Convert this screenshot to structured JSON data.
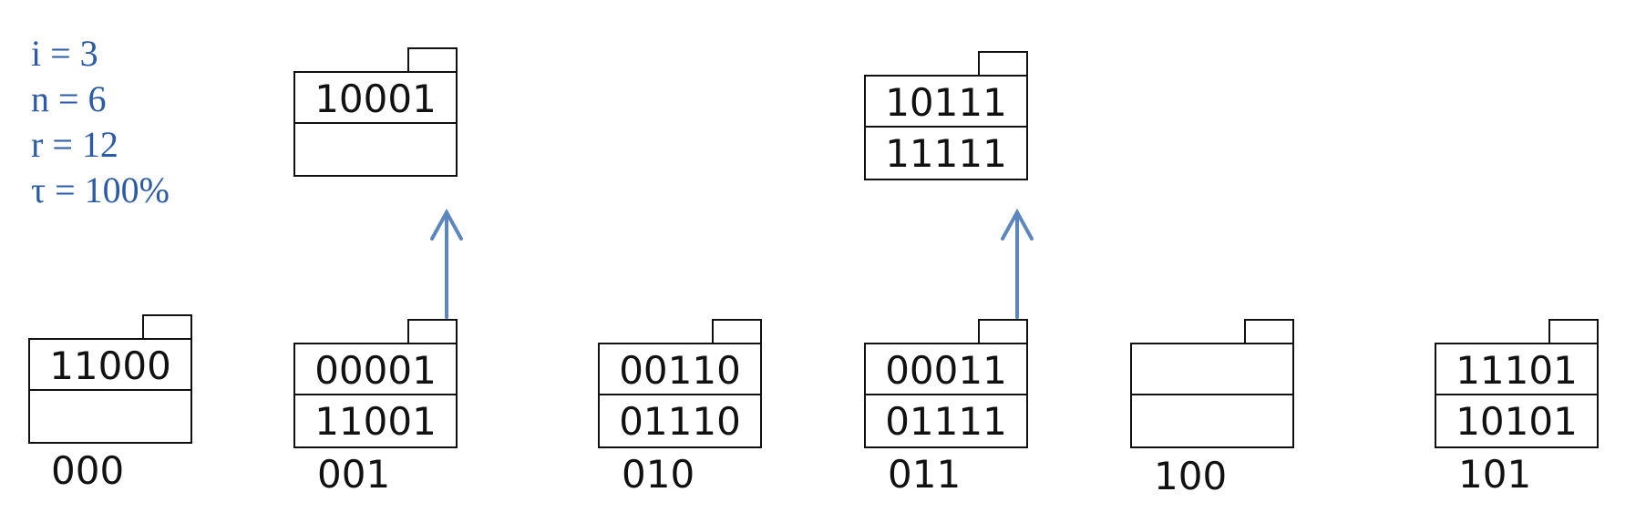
{
  "params": [
    {
      "text": "i = 3"
    },
    {
      "text": "n = 6"
    },
    {
      "text": "r = 12"
    },
    {
      "text": "τ = 100%"
    }
  ],
  "buckets": [
    {
      "label": "000",
      "keys": [
        "11000",
        ""
      ],
      "overflow": []
    },
    {
      "label": "001",
      "keys": [
        "00001",
        "11001"
      ],
      "overflow": [
        "10001",
        ""
      ]
    },
    {
      "label": "010",
      "keys": [
        "00110",
        "01110"
      ],
      "overflow": []
    },
    {
      "label": "011",
      "keys": [
        "00011",
        "01111"
      ],
      "overflow": [
        "10111",
        "11111"
      ]
    },
    {
      "label": "100",
      "keys": [
        "",
        ""
      ],
      "overflow": []
    },
    {
      "label": "101",
      "keys": [
        "11101",
        "10101"
      ],
      "overflow": []
    }
  ],
  "colors": {
    "params": "#2a5aa8",
    "arrow": "#5b86bf",
    "stroke": "#111111"
  }
}
